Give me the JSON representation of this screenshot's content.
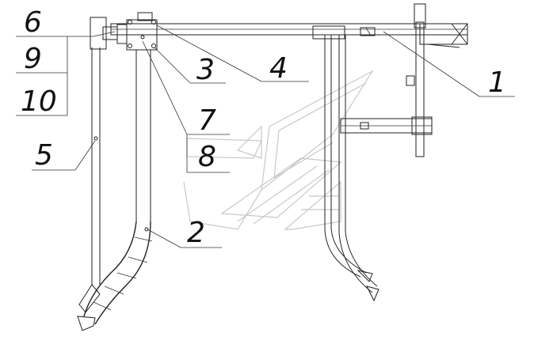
{
  "callouts": {
    "c1": "1",
    "c2": "2",
    "c3": "3",
    "c4": "4",
    "c5": "5",
    "c6": "6",
    "c7": "7",
    "c8": "8",
    "c9": "9",
    "c10": "10"
  },
  "colors": {
    "line": "#222222",
    "watermark": "#c8c8c8",
    "background": "#ffffff"
  }
}
